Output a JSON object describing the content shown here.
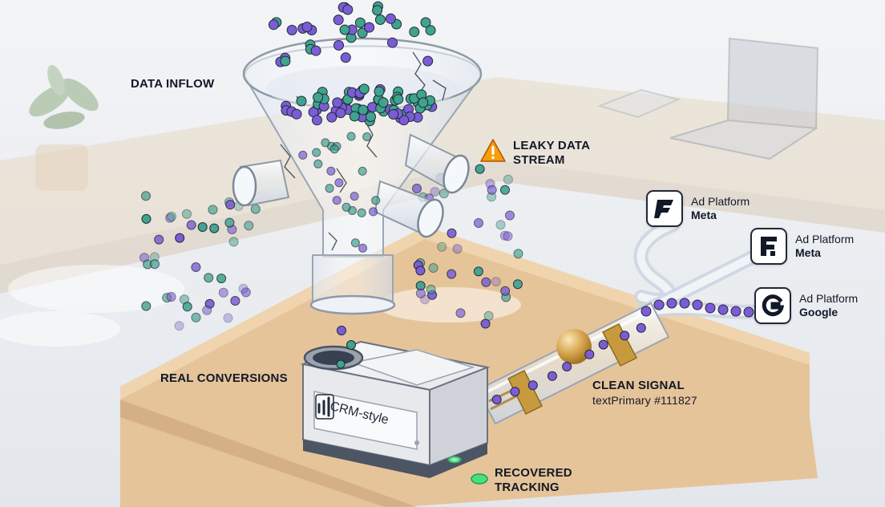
{
  "labels": {
    "data_inflow": "DATA INFLOW",
    "leaky_line1": "LEAKY DATA",
    "leaky_line2": "STREAM",
    "real_conversions": "REAL CONVERSIONS",
    "clean_signal": "CLEAN SIGNAL",
    "clean_signal_sub": "textPrimary #111827",
    "recovered_line1": "RECOVERED",
    "recovered_line2": "TRACKING",
    "crm": "CRM-style"
  },
  "platforms": [
    {
      "line1": "Ad Platform",
      "line2": "Meta",
      "icon": "meta-f-icon"
    },
    {
      "line1": "Ad Platform",
      "line2": "Meta",
      "icon": "meta-f-icon"
    },
    {
      "line1": "Ad Platform",
      "line2": "Google",
      "icon": "google-g-icon"
    }
  ],
  "colors": {
    "text_primary": "#111827",
    "particle_purple": "#7c5cd6",
    "particle_teal": "#3fa38e",
    "warning": "#f59e0b",
    "led_green": "#4ade80",
    "table_wood": "#e6c49a",
    "brass": "#c89a3e"
  }
}
